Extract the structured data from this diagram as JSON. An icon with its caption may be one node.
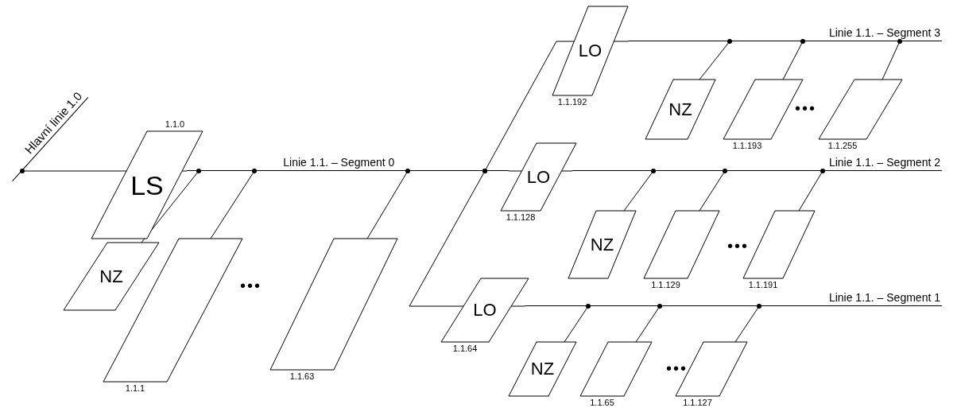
{
  "diagram": {
    "nodes": [
      {
        "text": [
          "Hlavní linie 1.0"
        ]
      },
      {
        "text": [
          "LS"
        ],
        "beside": [
          "1.1.0"
        ]
      },
      {
        "text": [
          "Linie 1.1. – Segment 0"
        ]
      },
      {
        "text": [
          "NZ"
        ]
      },
      {
        "text": [],
        "shape": "parallelogram",
        "beside": [
          "1.1.1"
        ]
      },
      {
        "text": [],
        "shape": "parallelogram",
        "beside": [
          "1.1.63"
        ]
      },
      {
        "text": [
          "LO"
        ],
        "beside": [
          "1.1.192"
        ]
      },
      {
        "text": [
          "Linie 1.1. – Segment 3"
        ]
      },
      {
        "text": [
          "NZ"
        ]
      },
      {
        "text": [],
        "shape": "parallelogram",
        "beside": [
          "1.1.193"
        ]
      },
      {
        "text": [],
        "shape": "parallelogram",
        "beside": [
          "1.1.255"
        ]
      },
      {
        "text": [
          "LO"
        ],
        "beside": [
          "1.1.128"
        ]
      },
      {
        "text": [
          "Linie 1.1. – Segment 2"
        ]
      },
      {
        "text": [
          "NZ"
        ]
      },
      {
        "text": [],
        "shape": "parallelogram",
        "beside": [
          "1.1.129"
        ]
      },
      {
        "text": [],
        "shape": "parallelogram",
        "beside": [
          "1.1.191"
        ]
      },
      {
        "text": [
          "LO"
        ],
        "beside": [
          "1.1.64"
        ]
      },
      {
        "text": [
          "Linie 1.1. – Segment 1"
        ]
      },
      {
        "text": [
          "NZ"
        ]
      },
      {
        "text": [],
        "shape": "parallelogram",
        "beside": [
          "1.1.65"
        ]
      },
      {
        "text": [],
        "shape": "parallelogram",
        "beside": [
          "1.1.127"
        ]
      }
    ],
    "edges": [
      {
        "from": 0,
        "to": 1,
        "arrow": "other"
      },
      {
        "from": 1,
        "to": 2,
        "arrow": "none"
      },
      {
        "from": 2,
        "to": 3,
        "arrow": "other"
      },
      {
        "from": 2,
        "to": 4,
        "arrow": "other"
      },
      {
        "from": 2,
        "to": 5,
        "arrow": "other"
      },
      {
        "from": 2,
        "to": 6,
        "arrow": "other"
      },
      {
        "from": 2,
        "to": 11,
        "arrow": "none"
      },
      {
        "from": 2,
        "to": 16,
        "arrow": "other"
      },
      {
        "from": 6,
        "to": 7,
        "arrow": "none"
      },
      {
        "from": 7,
        "to": 8,
        "arrow": "other"
      },
      {
        "from": 7,
        "to": 9,
        "arrow": "other"
      },
      {
        "from": 7,
        "to": 10,
        "arrow": "other"
      },
      {
        "from": 11,
        "to": 12,
        "arrow": "none"
      },
      {
        "from": 12,
        "to": 13,
        "arrow": "other"
      },
      {
        "from": 12,
        "to": 14,
        "arrow": "other"
      },
      {
        "from": 12,
        "to": 15,
        "arrow": "other"
      },
      {
        "from": 16,
        "to": 17,
        "arrow": "none"
      },
      {
        "from": 17,
        "to": 18,
        "arrow": "other"
      },
      {
        "from": 17,
        "to": 19,
        "arrow": "other"
      },
      {
        "from": 17,
        "to": 20,
        "arrow": "other"
      }
    ],
    "labels": [
      "•••",
      "•••",
      "•••",
      "•••"
    ]
  }
}
